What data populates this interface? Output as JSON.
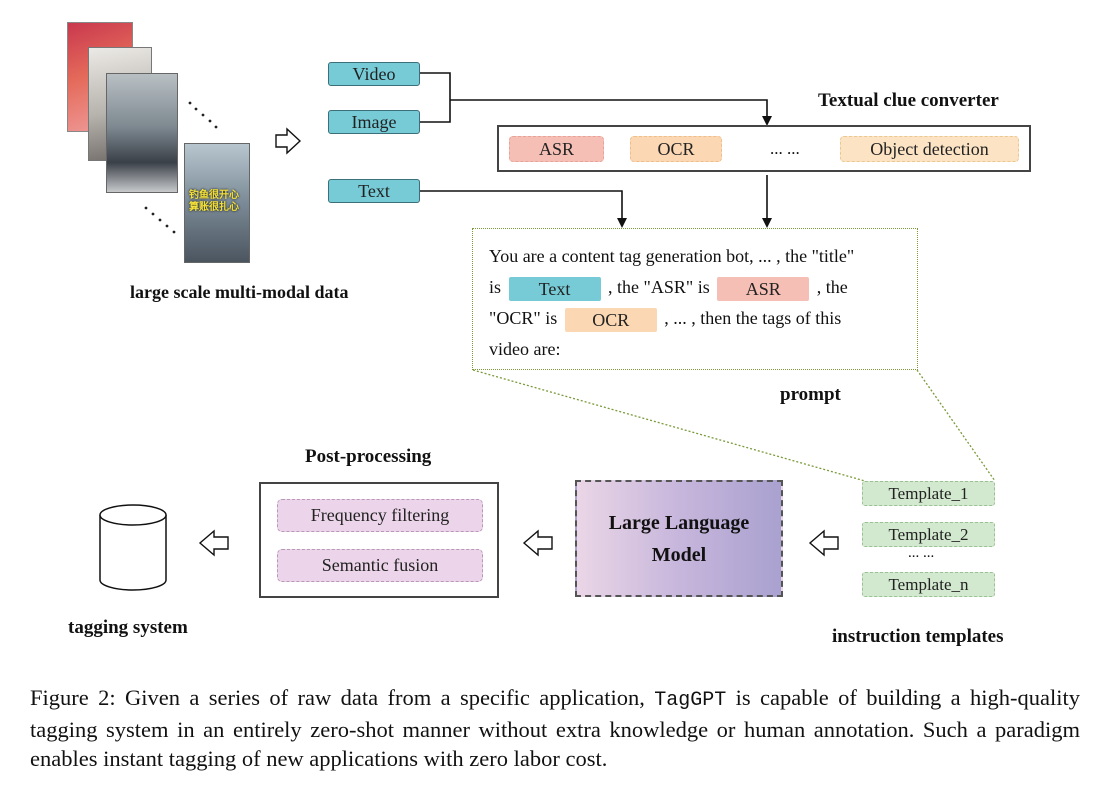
{
  "modalities": {
    "video": "Video",
    "image": "Image",
    "text": "Text"
  },
  "data_label": "large scale multi-modal data",
  "thumbnail_overlay_text": "钓鱼很开心\n算账很扎心",
  "converter": {
    "title": "Textual clue converter",
    "asr": "ASR",
    "ocr": "OCR",
    "ellipsis": "... ...",
    "object": "Object detection"
  },
  "prompt": {
    "line1": "You are a content tag generation bot, ... , the \"title\"",
    "is_1": "is",
    "chip_text": "Text",
    "mid_1": ", the \"ASR\" is",
    "chip_asr": "ASR",
    "mid_2": ", the",
    "ocr_label": "\"OCR\" is",
    "chip_ocr": "OCR",
    "tail": ", ... , then the tags of this",
    "last": "video are:",
    "label": "prompt"
  },
  "llm": {
    "line1": "Large Language",
    "line2": "Model"
  },
  "templates": {
    "items": [
      "Template_1",
      "Template_2",
      "Template_n"
    ],
    "ellipsis": "... ...",
    "label": "instruction templates"
  },
  "postprocessing": {
    "title": "Post-processing",
    "items": [
      "Frequency filtering",
      "Semantic fusion"
    ]
  },
  "tagging_label": "tagging system",
  "caption": {
    "prefix": "Figure 2: Given a series of raw data from a specific application, ",
    "name": "TagGPT",
    "suffix": " is capable of building a high-quality tagging system in an entirely zero-shot manner without extra knowledge or human annotation. Such a paradigm enables instant tagging of new applications with zero labor cost."
  }
}
